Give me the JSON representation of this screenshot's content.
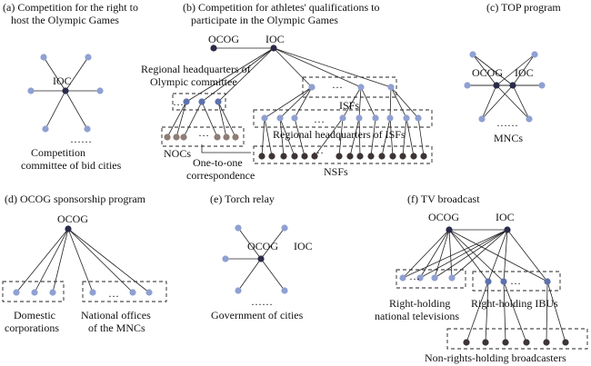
{
  "colors": {
    "light_node": "#8fa0d2",
    "dark_node": "#2a2a4a",
    "mid_node": "#5d72ac",
    "brown_node": "#8e7d75",
    "black_node": "#3d3535"
  },
  "panels": {
    "a": {
      "title_line1": "(a) Competition for the right to",
      "title_line2": "host the Olympic Games",
      "center": "IOC",
      "dots": "……",
      "caption_line1": "Competition",
      "caption_line2": "committee of bid cities"
    },
    "b": {
      "title_line1": "(b) Competition for athletes' qualifications to",
      "title_line2": "participate in the Olympic Games",
      "ocog": "OCOG",
      "ioc": "IOC",
      "regional_hq_line1": "Regional headquarters of",
      "regional_hq_line2": "Olympic committee",
      "isfs": "ISFs",
      "regional_isfs": "Regional headquarters of ISFs",
      "nocs": "NOCs",
      "one_to_one_line1": "One-to-one",
      "one_to_one_line2": "correspondence",
      "nsfs": "NSFs",
      "dots": "…"
    },
    "c": {
      "title": "(c) TOP program",
      "ocog": "OCOG",
      "ioc": "IOC",
      "dots": "……",
      "mncs": "MNCs"
    },
    "d": {
      "title": "(d) OCOG sponsorship program",
      "ocog": "OCOG",
      "dots": "…",
      "domestic_line1": "Domestic",
      "domestic_line2": "corporations",
      "national_line1": "National offices",
      "national_line2": "of the MNCs"
    },
    "e": {
      "title": "(e) Torch relay",
      "ocog": "OCOG",
      "ioc": "IOC",
      "dots": "……",
      "caption": "Government of cities"
    },
    "f": {
      "title": "(f) TV broadcast",
      "ocog": "OCOG",
      "ioc": "IOC",
      "dots": "…",
      "rights_tv_line1": "Right-holding",
      "rights_tv_line2": "national televisions",
      "rights_ibus": "Right-holding IBUs",
      "non_rights": "Non-rights-holding broadcasters"
    }
  }
}
